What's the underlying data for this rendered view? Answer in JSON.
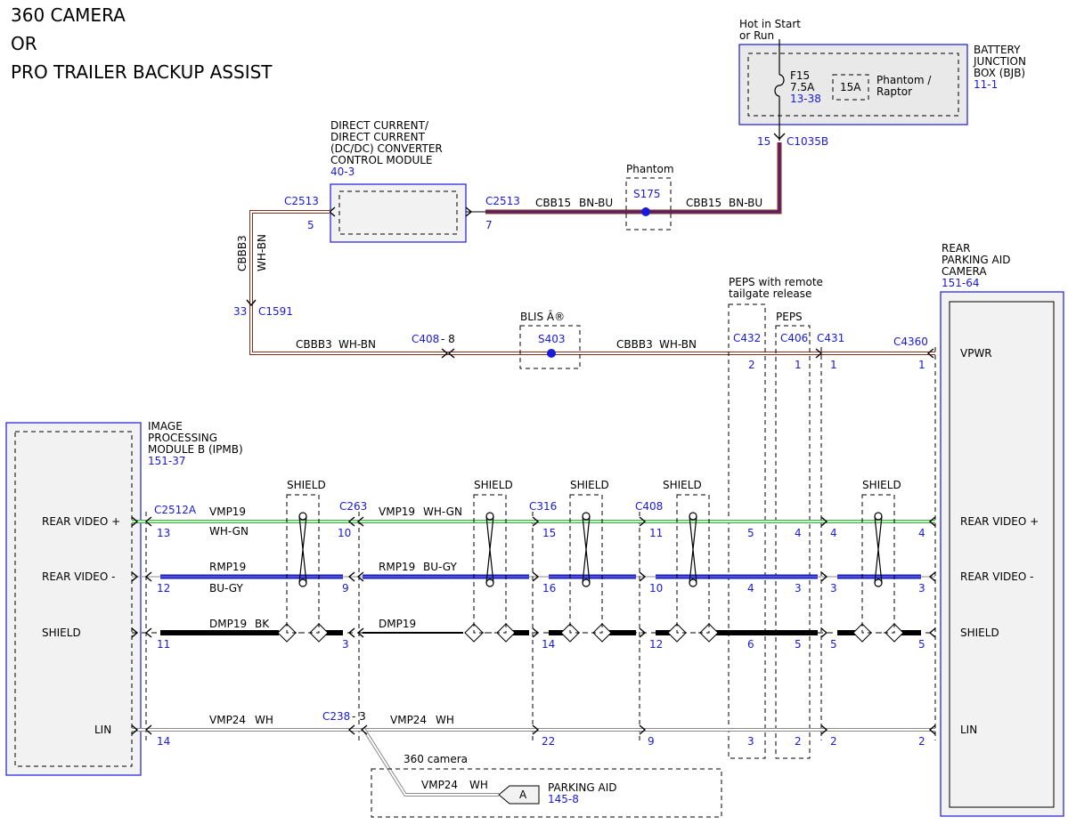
{
  "title": [
    "360 CAMERA",
    "OR",
    "PRO TRAILER BACKUP ASSIST"
  ],
  "modules": {
    "bjb": {
      "name": [
        "BATTERY",
        "JUNCTION",
        "BOX (BJB)"
      ],
      "ref": "11-1"
    },
    "dcdc": {
      "name": [
        "DIRECT CURRENT/",
        "DIRECT CURRENT",
        "(DC/DC) CONVERTER",
        "CONTROL MODULE"
      ],
      "ref": "40-3"
    },
    "ipmb": {
      "name": [
        "IMAGE",
        "PROCESSING",
        "MODULE B (IPMB)"
      ],
      "ref": "151-37"
    },
    "camera": {
      "name": [
        "REAR",
        "PARKING AID",
        "CAMERA"
      ],
      "ref": "151-64"
    },
    "parking_aid": {
      "name": "PARKING AID",
      "ref": "145-8",
      "tag": "A"
    }
  },
  "fuse": {
    "hot": [
      "Hot in Start",
      "or Run"
    ],
    "name": "F15",
    "rating": "7.5A",
    "ref": "13-38",
    "alt_rating": "15A",
    "alt_label": [
      "Phantom /",
      "Raptor"
    ]
  },
  "connectors": {
    "c1035b": {
      "name": "C1035B",
      "pin": "15"
    },
    "c2513_left": {
      "name": "C2513",
      "pin": "5"
    },
    "c2513_right": {
      "name": "C2513",
      "pin": "7"
    },
    "c1591": {
      "name": "C1591",
      "pin": "33"
    },
    "c408_top": "C408",
    "c408_top_pin": "- 8",
    "c432": "C432",
    "c406": "C406",
    "c431": "C431",
    "c4360": "C4360",
    "c2512a": "C2512A",
    "c263": "C263",
    "c316": "C316",
    "c408": "C408",
    "c238": "C238",
    "c238_pin": "- 3"
  },
  "splices": {
    "s175": {
      "name": "S175",
      "label": "Phantom"
    },
    "s403": {
      "name": "S403",
      "label": "BLIS Â®"
    }
  },
  "wires": {
    "cbb15_a": {
      "circuit": "CBB15",
      "color": "BN-BU"
    },
    "cbb15_b": {
      "circuit": "CBB15",
      "color": "BN-BU"
    },
    "cbbb3_v": {
      "circuit": "CBBB3",
      "color": "WH-BN"
    },
    "cbbb3_a": {
      "circuit": "CBBB3",
      "color": "WH-BN"
    },
    "cbbb3_b": {
      "circuit": "CBBB3",
      "color": "WH-BN"
    },
    "vmp19_a": {
      "circuit": "VMP19",
      "color": "WH-GN"
    },
    "vmp19_b": {
      "circuit": "VMP19",
      "color": "WH-GN"
    },
    "rmp19_a": {
      "circuit": "RMP19",
      "color": "BU-GY"
    },
    "rmp19_b": {
      "circuit": "RMP19",
      "color": "BU-GY"
    },
    "dmp19_a": {
      "circuit": "DMP19",
      "color": "BK"
    },
    "dmp19_b": {
      "circuit": "DMP19"
    },
    "vmp24_a": {
      "circuit": "VMP24",
      "color": "WH"
    },
    "vmp24_b": {
      "circuit": "VMP24",
      "color": "WH"
    },
    "vmp24_c": {
      "circuit": "VMP24",
      "color": "WH"
    }
  },
  "options": {
    "peps_remote": [
      "PEPS with remote",
      "tailgate release"
    ],
    "peps": "PEPS",
    "camera360": "360 camera",
    "shield": "SHIELD"
  },
  "signals": {
    "vpwr": "VPWR",
    "rear_video_pos": "REAR VIDEO +",
    "rear_video_neg": "REAR VIDEO -",
    "shield": "SHIELD",
    "lin": "LIN"
  },
  "pins": {
    "ipmb": [
      "13",
      "12",
      "11",
      "14"
    ],
    "c263": [
      "10",
      "9",
      "3"
    ],
    "c316": [
      "15",
      "16",
      "14",
      "22"
    ],
    "c408": [
      "11",
      "10",
      "12",
      "9"
    ],
    "c432": [
      "2",
      "5",
      "4",
      "6",
      "3"
    ],
    "c406": [
      "1",
      "4",
      "3",
      "5",
      "2"
    ],
    "c431": [
      "1",
      "4",
      "3",
      "5",
      "2"
    ],
    "c4360": [
      "1",
      "4",
      "3",
      "5",
      "2"
    ]
  },
  "colors": {
    "blue": "#1a1adb",
    "green": "#3cb043",
    "brown": "#8b2d1a",
    "black": "#000000"
  }
}
